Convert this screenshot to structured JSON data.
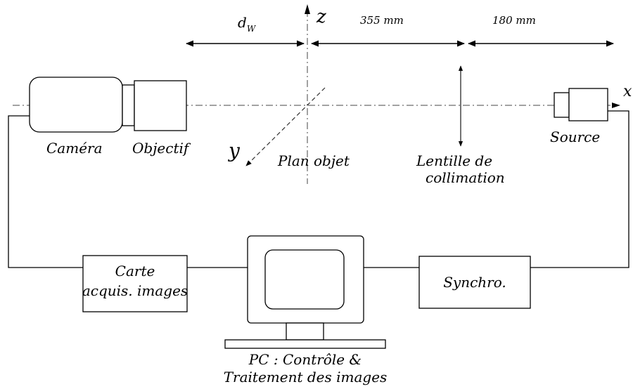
{
  "dimensions": {
    "dw": "d",
    "dw_sub": "W",
    "d355": "355 mm",
    "d180": "180 mm"
  },
  "axes": {
    "z": "z",
    "x": "x",
    "y": "y"
  },
  "components": {
    "camera": "Caméra",
    "objective": "Objectif",
    "object_plane": "Plan objet",
    "lens_line1": "Lentille de",
    "lens_line2": "collimation",
    "source": "Source",
    "card_line1": "Carte",
    "card_line2": "acquis. images",
    "synchro": "Synchro.",
    "pc_line1": "PC : Contrôle &",
    "pc_line2": "Traitement des images"
  }
}
